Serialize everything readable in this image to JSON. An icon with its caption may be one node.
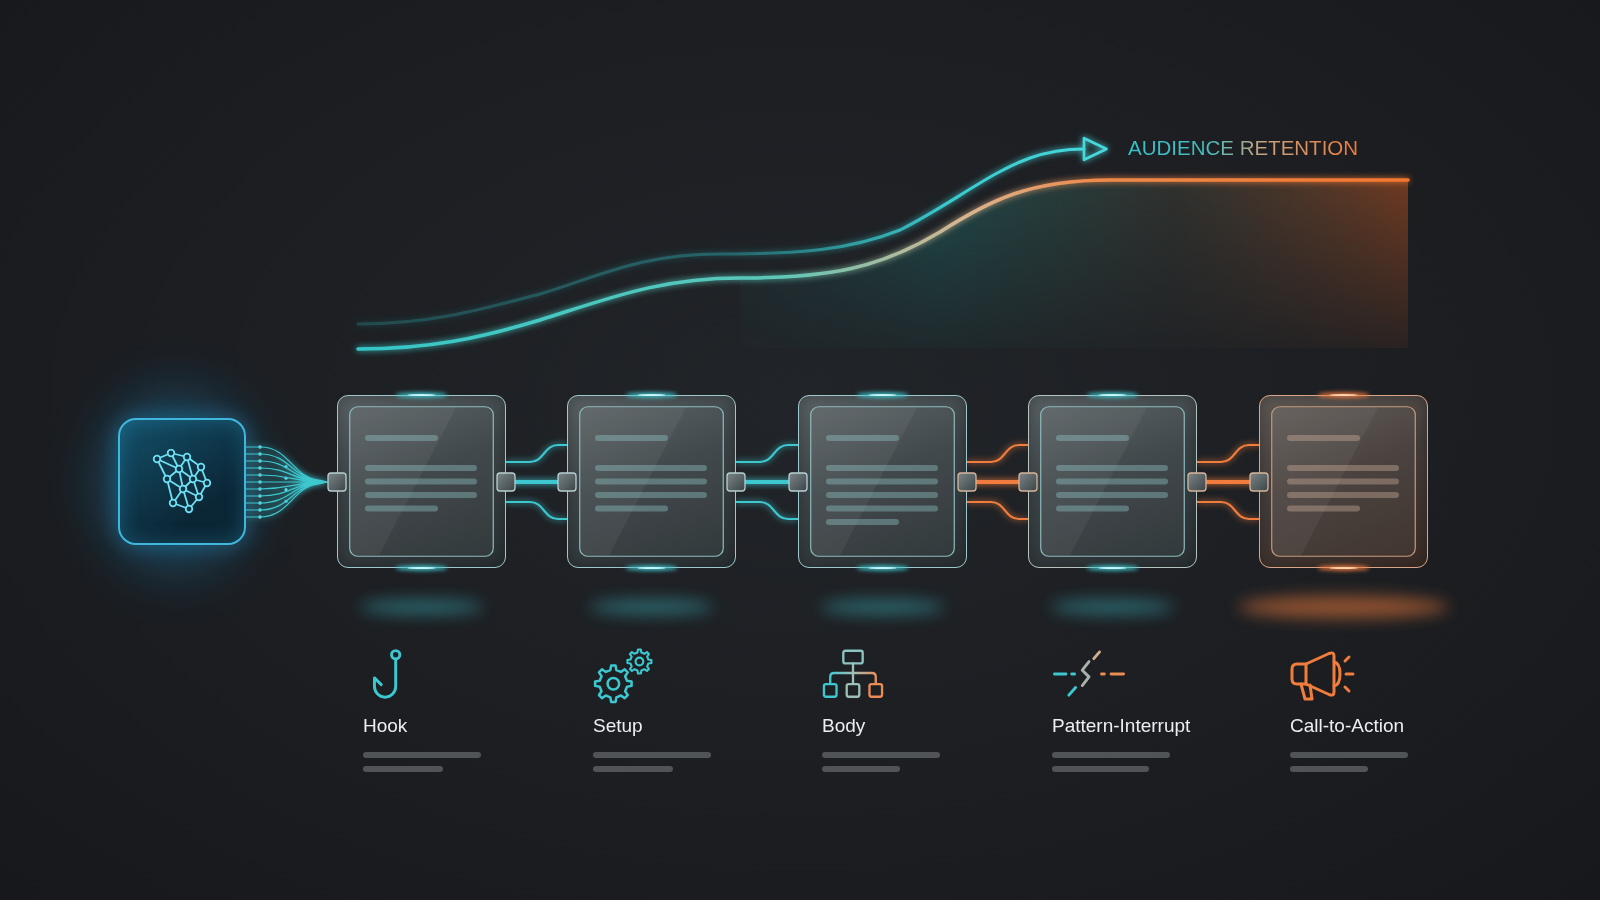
{
  "diagram": {
    "nodes": [
      {
        "text": [],
        "shape": "box"
      },
      {
        "text": [],
        "shape": "box"
      },
      {
        "text": [],
        "shape": "box"
      },
      {
        "text": [],
        "shape": "box"
      },
      {
        "text": [],
        "shape": "box"
      },
      {
        "text": [],
        "shape": "box"
      }
    ],
    "edges": [
      {
        "from": 0,
        "to": 1,
        "arrow": "none"
      },
      {
        "from": 1,
        "to": 2,
        "arrow": "none"
      },
      {
        "from": 2,
        "to": 3,
        "arrow": "none"
      },
      {
        "from": 3,
        "to": 4,
        "arrow": "none",
        "color": "#f07d3c"
      },
      {
        "from": 4,
        "to": 5,
        "arrow": "none",
        "color": "#f07d3c"
      }
    ],
    "labels": [
      "AUDIENCE RETENTION",
      "Hook",
      "Setup",
      "Body",
      "Pattern-Interrupt",
      "Call-to-Action"
    ]
  }
}
